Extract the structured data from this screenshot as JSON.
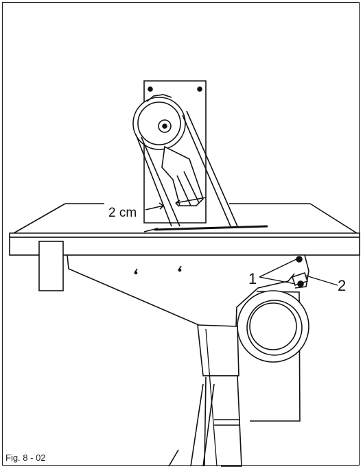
{
  "figure": {
    "caption": "Fig. 8 - 02",
    "labels": {
      "distance": "2 cm",
      "callout_1": "1",
      "callout_2": "2"
    }
  },
  "colors": {
    "line": "#111111",
    "paper": "#ffffff"
  }
}
